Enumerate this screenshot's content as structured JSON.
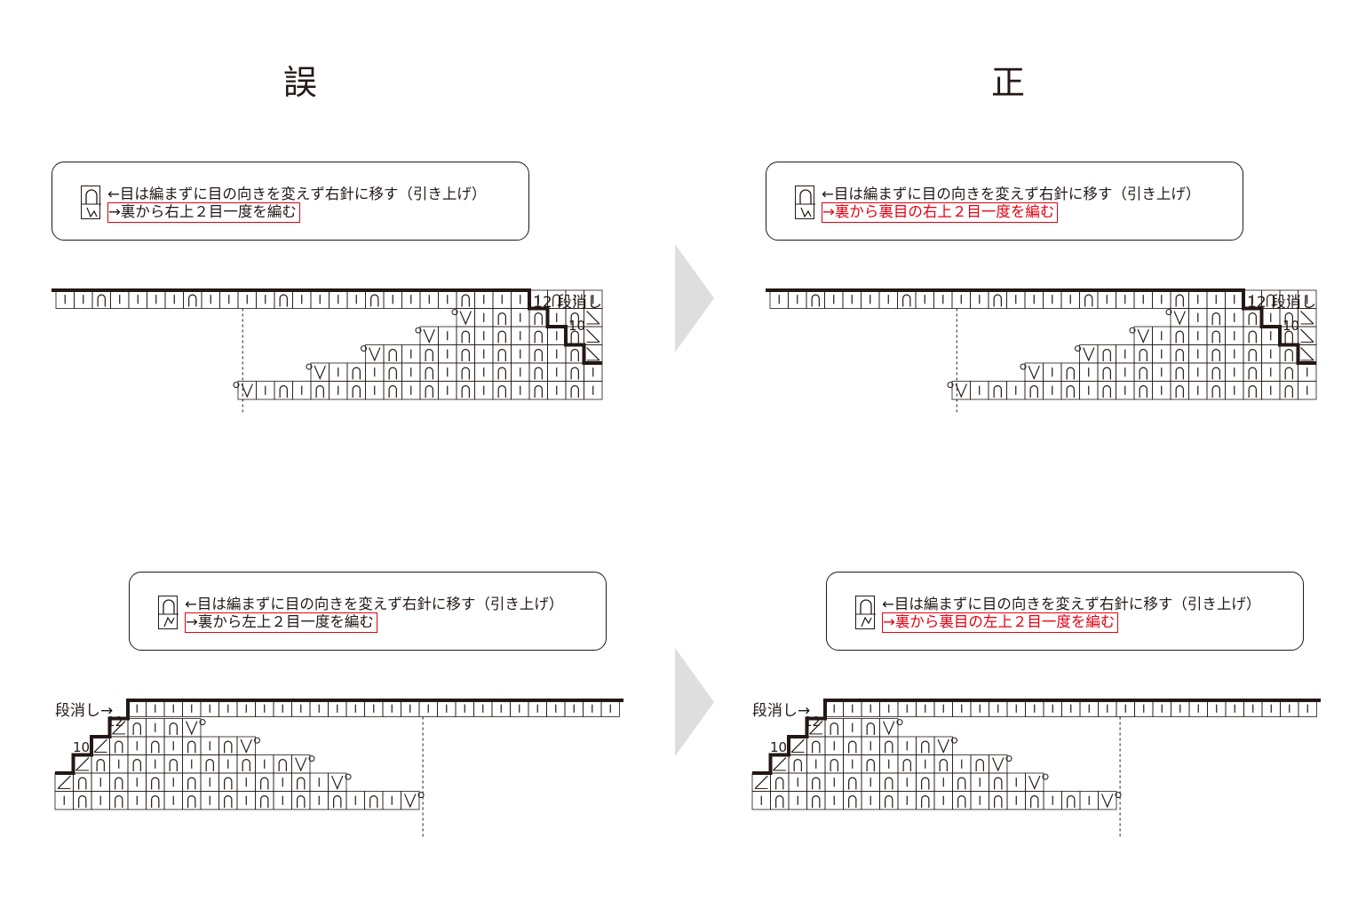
{
  "headings": {
    "wrong": "誤",
    "correct": "正"
  },
  "legend": {
    "line1": "←目は編まずに目の向きを変えず右針に移す（引き上げ）"
  },
  "panels": {
    "top_wrong": {
      "line2": "→裏から右上２目一度を編む"
    },
    "top_correct": {
      "line2": "→裏から裏目の右上２目一度を編む"
    },
    "bottom_wrong": {
      "line2": "→裏から左上２目一度を編む"
    },
    "bottom_correct": {
      "line2": "→裏から裏目の左上２目一度を編む"
    }
  },
  "labels": {
    "row12_right": "12 段消し",
    "row10": "10",
    "row12": "12",
    "dan_keshi_left": "段消し→"
  },
  "colors": {
    "ink": "#231815",
    "highlight": "#e60012",
    "arrow": "#dedede"
  },
  "icons": [
    "slip-stitch-symbol-icon",
    "purl-decrease-symbol-icon",
    "right-arrow-icon"
  ]
}
